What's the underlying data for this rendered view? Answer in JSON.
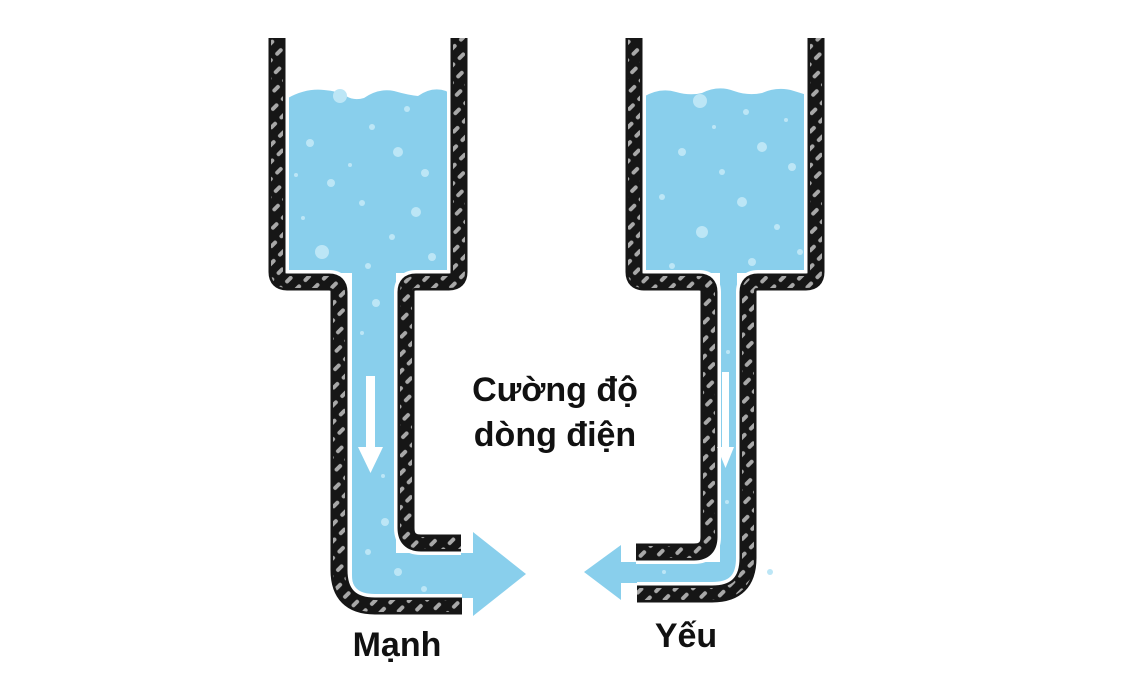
{
  "title": "Cường độ dòng điện - so sánh dòng nước mạnh và yếu",
  "center_label": {
    "line1": "Cường độ",
    "line2": "dòng điện"
  },
  "left_assembly": {
    "label": "Mạnh",
    "pipe": "wide",
    "flow_arrow_direction": "right",
    "internal_arrow_direction": "down"
  },
  "right_assembly": {
    "label": "Yếu",
    "pipe": "narrow",
    "flow_arrow_direction": "left",
    "internal_arrow_direction": "down"
  },
  "colors": {
    "background": "#ffffff",
    "water": "#89cfec",
    "bubble": "#bce6f6",
    "wall": "#161616",
    "wall_dash": "#a8a8a8",
    "wall_gap": "#ffffff",
    "flow_arrow": "#89cfec",
    "internal_arrow": "#ffffff",
    "text": "#111111"
  }
}
